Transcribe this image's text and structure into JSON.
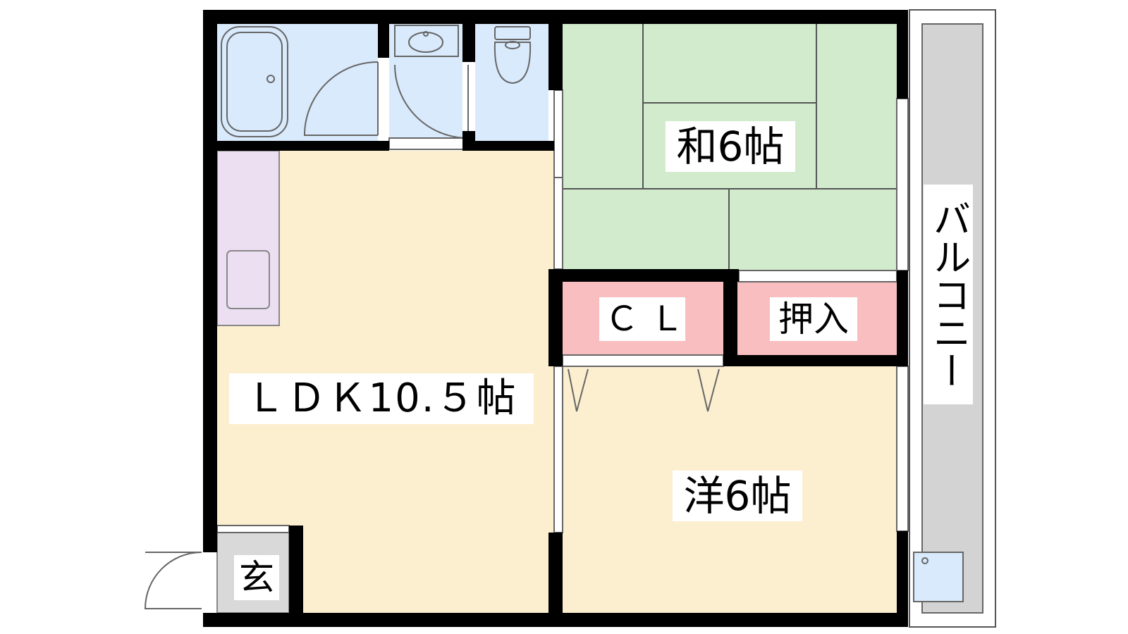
{
  "rooms": {
    "ldk": "ＬＤＫ10.５帖",
    "washitsu": "和6帖",
    "youshitsu": "洋6帖",
    "closet": "ＣＬ",
    "oshiire": "押入",
    "genkan": "玄",
    "balcony": "バルコニー"
  },
  "colors": {
    "wall": "#000000",
    "wet_area": "#d9eafc",
    "ldk_floor": "#fcefd0",
    "tatami": "#d2ebcc",
    "storage": "#f9bfc0",
    "kitchen": "#ecdff2",
    "balcony": "#d3d3d3",
    "entrance": "#d9d9d9"
  }
}
